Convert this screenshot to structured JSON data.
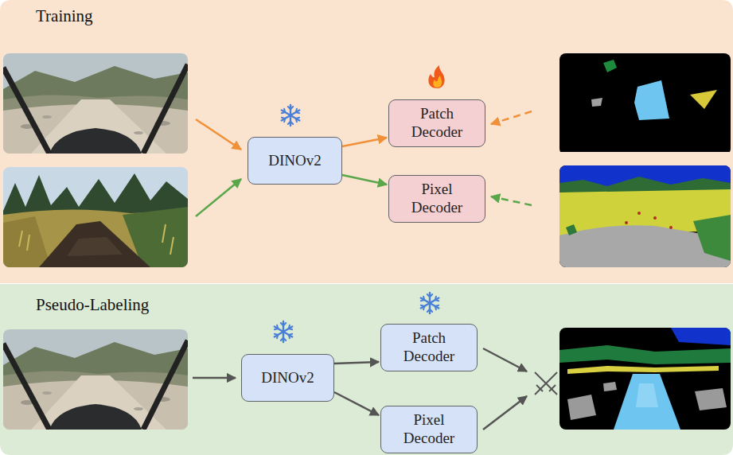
{
  "diagram": {
    "nodes": [
      {
        "text": [
          "Training"
        ]
      },
      {
        "text": [
          "DINOv2"
        ],
        "in": 0
      },
      {
        "text": [
          "Patch Decoder"
        ],
        "in": 0
      },
      {
        "text": [
          "Pixel Decoder"
        ],
        "in": 0
      },
      {
        "text": [
          "Pseudo-Labeling"
        ]
      },
      {
        "text": [
          "DINOv2"
        ],
        "in": 4
      },
      {
        "text": [
          "Patch Decoder"
        ],
        "in": 4
      },
      {
        "text": [
          "Pixel Decoder"
        ],
        "in": 4
      }
    ],
    "edges": [
      {
        "from": 1,
        "to": 2,
        "arrow": "to"
      },
      {
        "from": 1,
        "to": 3,
        "arrow": "to"
      },
      {
        "from": 5,
        "to": 6,
        "arrow": "to"
      },
      {
        "from": 5,
        "to": 7,
        "arrow": "to"
      }
    ]
  }
}
